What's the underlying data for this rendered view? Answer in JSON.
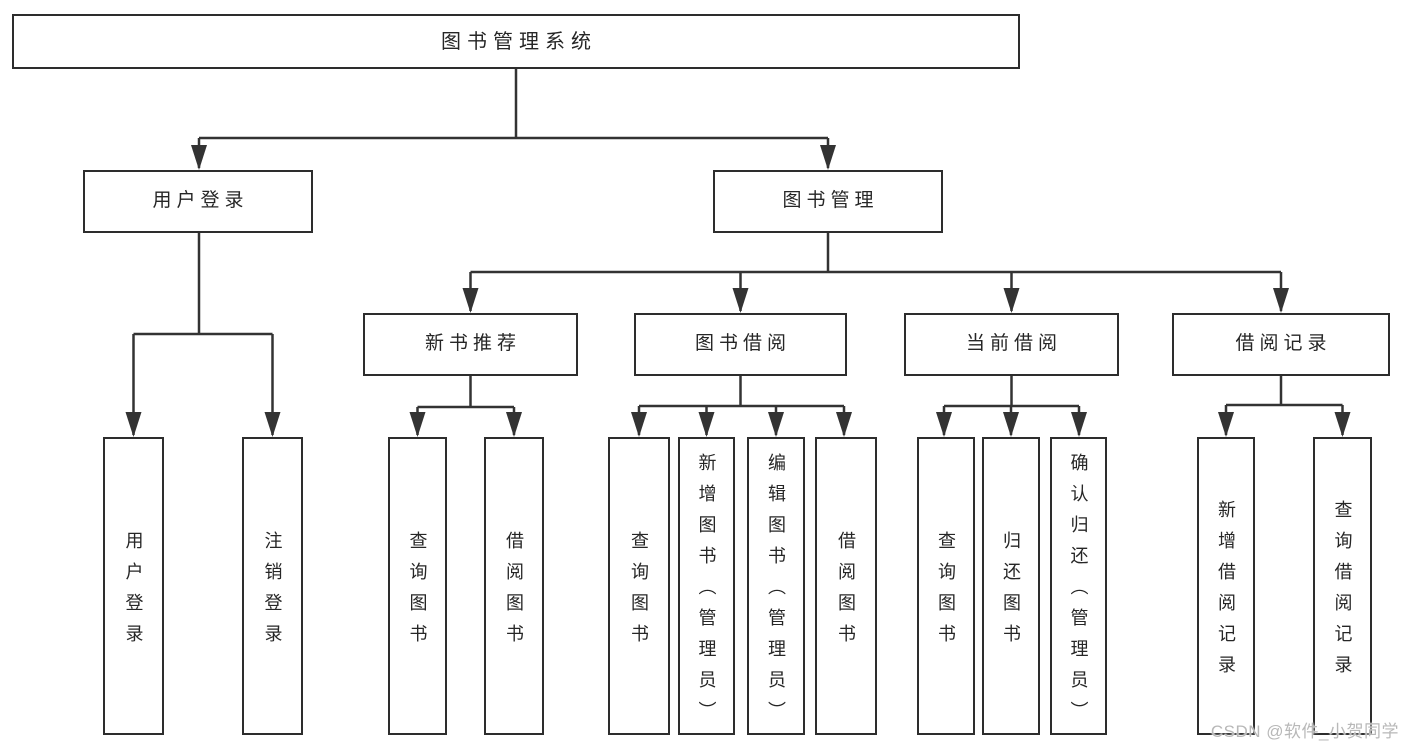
{
  "diagram": {
    "type": "tree",
    "tree": {
      "root": {
        "label": "图书管理系统"
      },
      "level1": [
        {
          "label": "用户登录",
          "children": [
            {
              "label": "用户登录"
            },
            {
              "label": "注销登录"
            }
          ]
        },
        {
          "label": "图书管理",
          "children": [
            {
              "label": "新书推荐",
              "children": [
                {
                  "label": "查询图书"
                },
                {
                  "label": "借阅图书"
                }
              ]
            },
            {
              "label": "图书借阅",
              "children": [
                {
                  "label": "查询图书"
                },
                {
                  "label": "新增图书（管理员）"
                },
                {
                  "label": "编辑图书（管理员）"
                },
                {
                  "label": "借阅图书"
                }
              ]
            },
            {
              "label": "当前借阅",
              "children": [
                {
                  "label": "查询图书"
                },
                {
                  "label": "归还图书"
                },
                {
                  "label": "确认归还（管理员）"
                }
              ]
            },
            {
              "label": "借阅记录",
              "children": [
                {
                  "label": "新增借阅记录"
                },
                {
                  "label": "查询借阅记录"
                }
              ]
            }
          ]
        }
      ]
    },
    "colors": {
      "line": "#333333",
      "box_border": "#2d2d2d",
      "text": "#262626",
      "background": "#ffffff",
      "watermark": "#b8b8b8"
    }
  },
  "watermark": {
    "text": "CSDN @软件_小贺同学"
  }
}
